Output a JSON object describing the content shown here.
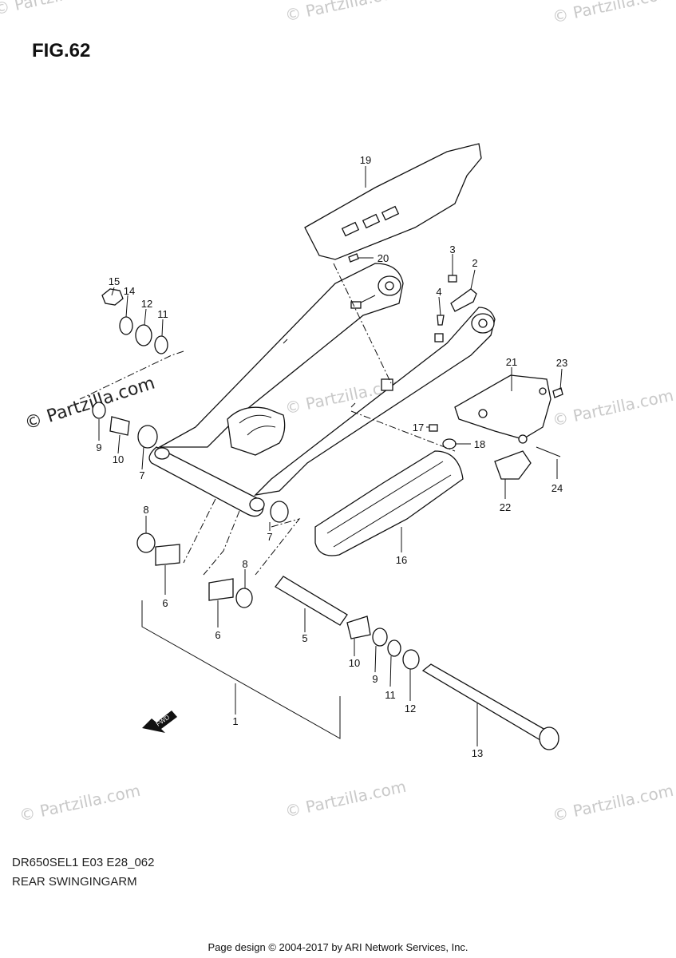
{
  "figure": {
    "title": "FIG.62",
    "model_code": "DR650SEL1 E03 E28_062",
    "subtitle": "REAR SWINGINGARM",
    "footer": "Page design © 2004-2017 by ARI Network Services, Inc."
  },
  "watermark": {
    "text": "© Partzilla.com",
    "faded_text": "© Partzilla.com"
  },
  "fwd_label": "FWD",
  "callouts": [
    {
      "id": "c19",
      "label": "19"
    },
    {
      "id": "c20",
      "label": "20"
    },
    {
      "id": "c3",
      "label": "3"
    },
    {
      "id": "c2",
      "label": "2"
    },
    {
      "id": "c4",
      "label": "4"
    },
    {
      "id": "c15",
      "label": "15"
    },
    {
      "id": "c14",
      "label": "14"
    },
    {
      "id": "c12a",
      "label": "12"
    },
    {
      "id": "c11a",
      "label": "11"
    },
    {
      "id": "c21",
      "label": "21"
    },
    {
      "id": "c23",
      "label": "23"
    },
    {
      "id": "c17",
      "label": "17"
    },
    {
      "id": "c18",
      "label": "18"
    },
    {
      "id": "c24",
      "label": "24"
    },
    {
      "id": "c22",
      "label": "22"
    },
    {
      "id": "c9a",
      "label": "9"
    },
    {
      "id": "c10a",
      "label": "10"
    },
    {
      "id": "c7a",
      "label": "7"
    },
    {
      "id": "c8a",
      "label": "8"
    },
    {
      "id": "c7b",
      "label": "7"
    },
    {
      "id": "c16",
      "label": "16"
    },
    {
      "id": "c6a",
      "label": "6"
    },
    {
      "id": "c8b",
      "label": "8"
    },
    {
      "id": "c6b",
      "label": "6"
    },
    {
      "id": "c5",
      "label": "5"
    },
    {
      "id": "c10b",
      "label": "10"
    },
    {
      "id": "c9b",
      "label": "9"
    },
    {
      "id": "c11b",
      "label": "11"
    },
    {
      "id": "c12b",
      "label": "12"
    },
    {
      "id": "c1",
      "label": "1"
    },
    {
      "id": "c13",
      "label": "13"
    }
  ]
}
